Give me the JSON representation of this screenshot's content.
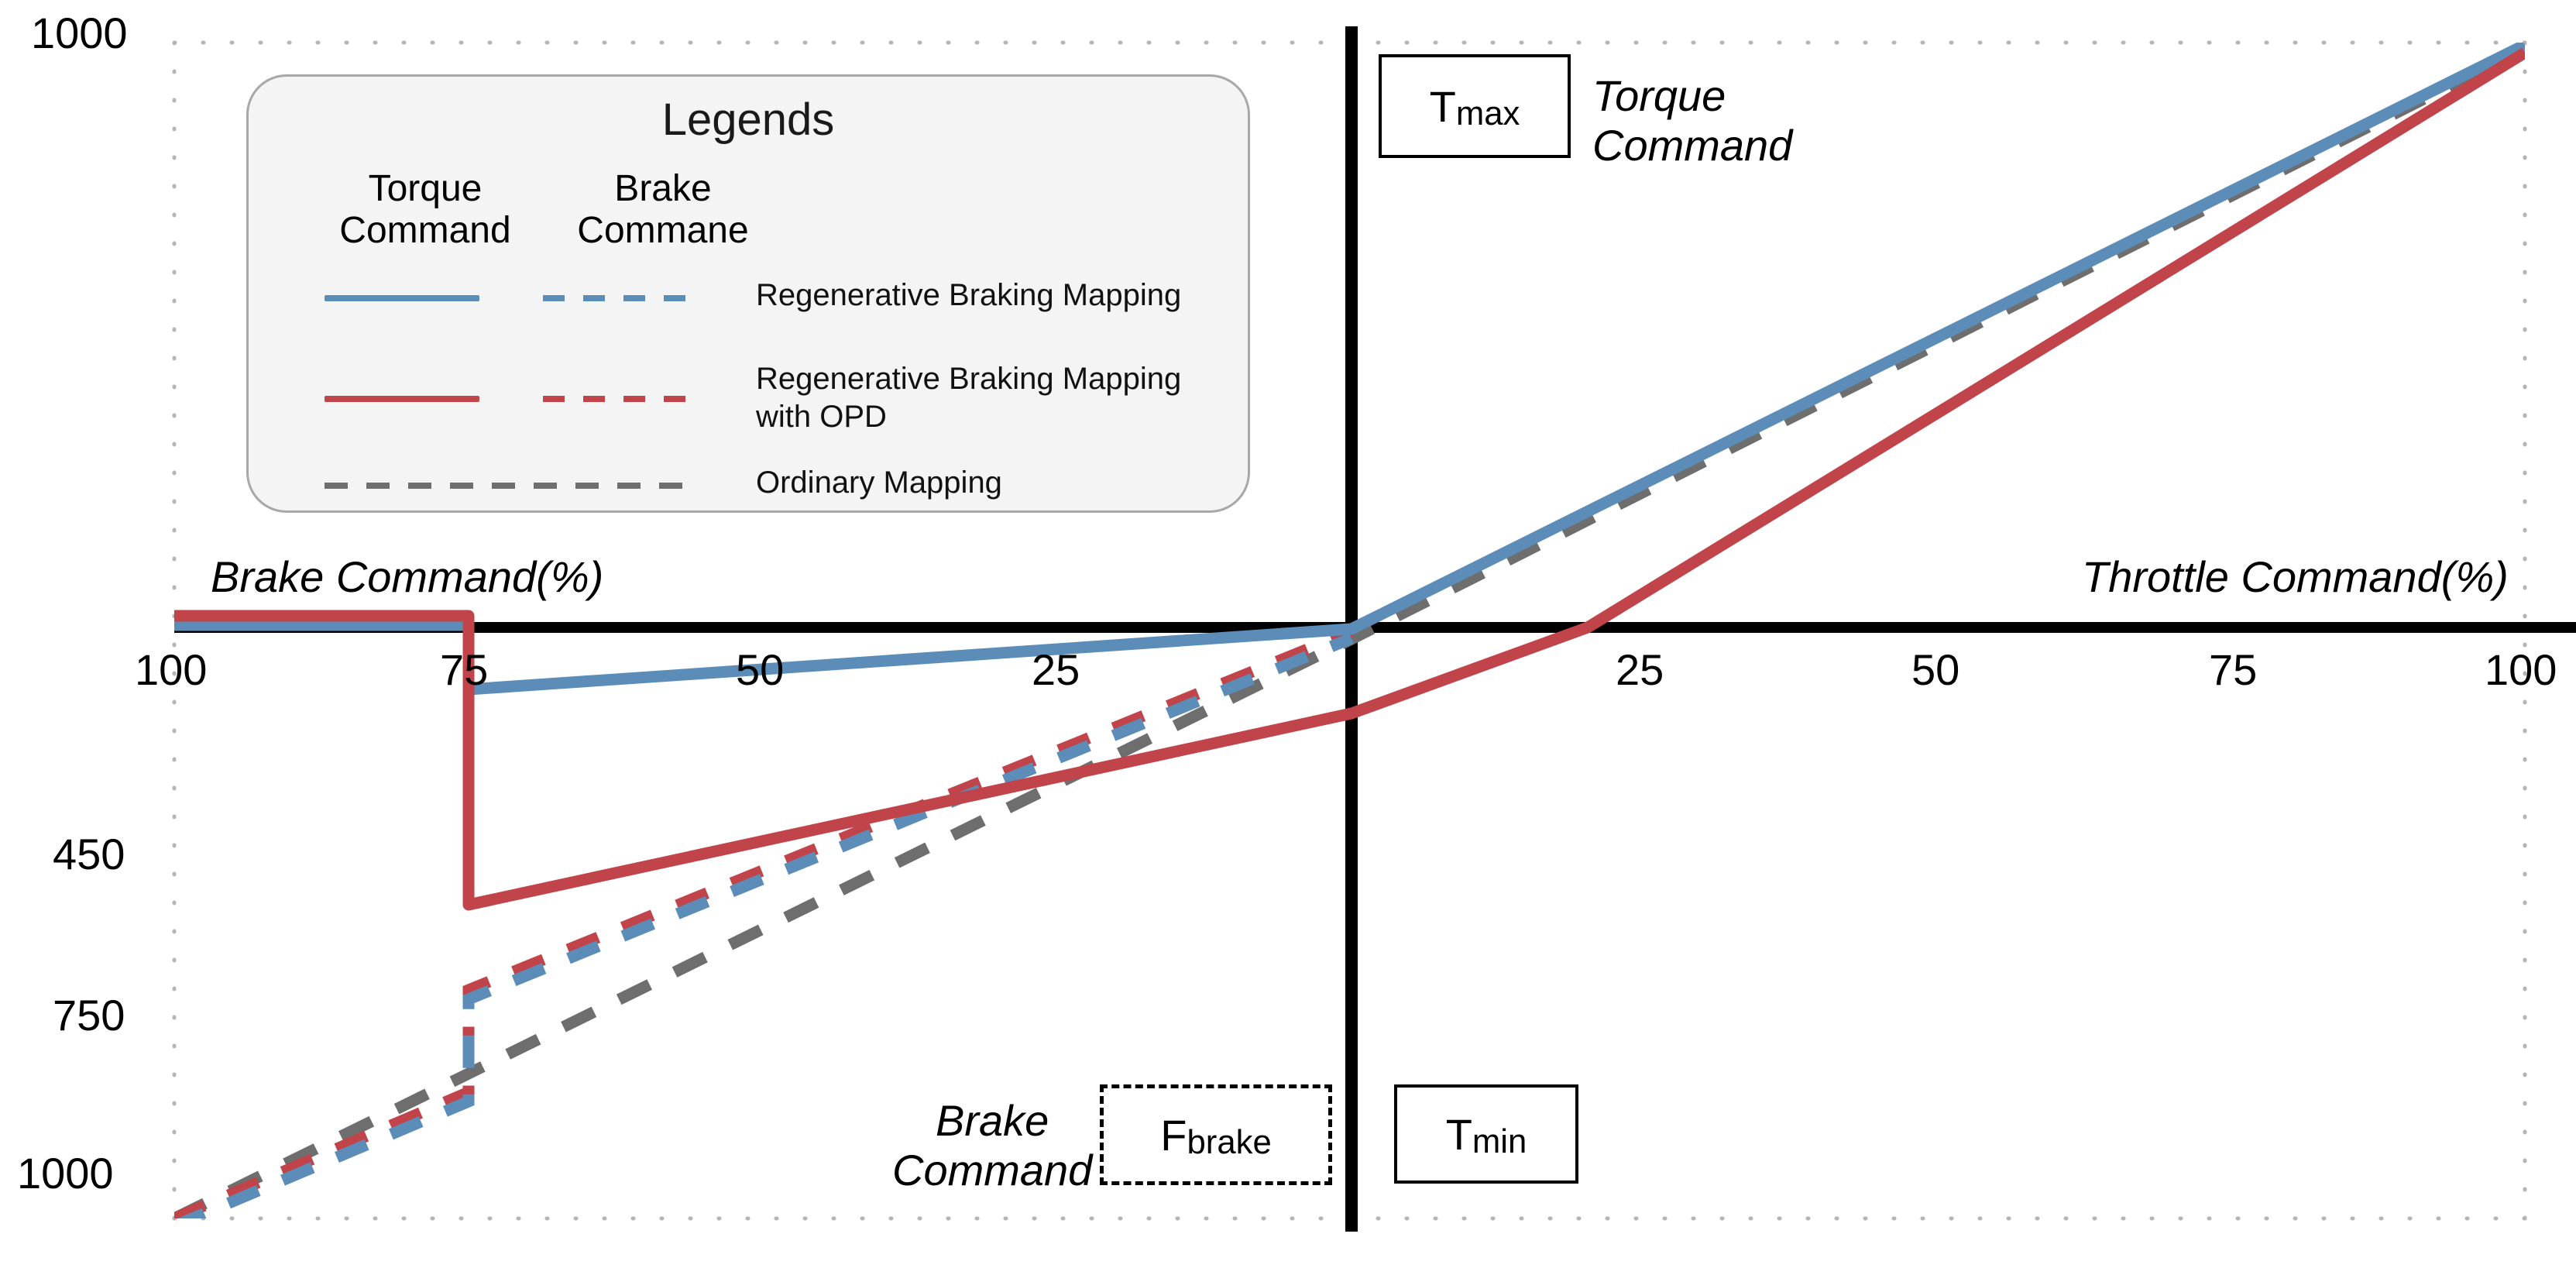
{
  "chart_data": {
    "type": "line",
    "title": "",
    "xlabel_left": "Brake Command(%)",
    "xlabel_right": "Throttle Command(%)",
    "x_ticks_left": [
      "100",
      "75",
      "50",
      "25"
    ],
    "x_ticks_right": [
      "25",
      "50",
      "75",
      "100"
    ],
    "y_ticks_top": [
      "1000"
    ],
    "y_ticks_bottom": [
      "450",
      "750",
      "1000"
    ],
    "xlim": [
      -100,
      100
    ],
    "ylim": [
      -1000,
      1000
    ],
    "grid": "dotted",
    "legend_position": "top-left-inset",
    "annotations": [
      {
        "text": "T_max",
        "style": "solid-box",
        "quadrant": "top-right"
      },
      {
        "text": "T_min",
        "style": "solid-box",
        "quadrant": "bottom-right"
      },
      {
        "text": "F_brake",
        "style": "dashed-box",
        "quadrant": "bottom-left"
      },
      {
        "text": "Torque Command",
        "style": "italic",
        "quadrant": "top-right"
      },
      {
        "text": "Brake Command",
        "style": "italic",
        "quadrant": "bottom-left"
      }
    ],
    "series": [
      {
        "name": "Regenerative Braking Mapping",
        "kind": "Torque Command",
        "color": "#5b8db8",
        "dash": "solid",
        "points": [
          [
            -100,
            0
          ],
          [
            -75,
            0
          ],
          [
            -75,
            -105
          ],
          [
            0,
            0
          ],
          [
            100,
            1000
          ]
        ]
      },
      {
        "name": "Regenerative Braking Mapping with OPD",
        "kind": "Torque Command",
        "color": "#c0444a",
        "dash": "solid",
        "points": [
          [
            -100,
            0
          ],
          [
            -75,
            0
          ],
          [
            -75,
            -468
          ],
          [
            0,
            -140
          ],
          [
            20,
            0
          ],
          [
            100,
            1000
          ]
        ]
      },
      {
        "name": "Regenerative Braking Mapping",
        "kind": "Brake Command",
        "color": "#5b8db8",
        "dash": "dashed",
        "points": [
          [
            -100,
            -1000
          ],
          [
            -75,
            -790
          ],
          [
            -75,
            -620
          ],
          [
            0,
            -8
          ]
        ]
      },
      {
        "name": "Regenerative Braking Mapping with OPD",
        "kind": "Brake Command",
        "color": "#c0444a",
        "dash": "dashed",
        "points": [
          [
            -100,
            -1000
          ],
          [
            -75,
            -790
          ],
          [
            -75,
            -618
          ],
          [
            0,
            -6
          ]
        ]
      },
      {
        "name": "Ordinary Mapping",
        "kind": "Both",
        "color": "#6e6e6e",
        "dash": "dashed",
        "points": [
          [
            -100,
            -1000
          ],
          [
            0,
            -20
          ],
          [
            100,
            1000
          ]
        ]
      },
      {
        "name": "drop-line at 75% brake",
        "kind": "connector",
        "color": "#c0444a",
        "dash": "dotted",
        "points": [
          [
            -75,
            0
          ],
          [
            -75,
            -468
          ]
        ]
      }
    ]
  },
  "axes": {
    "left_ticks": [
      {
        "label": "100",
        "x_pct": -100
      },
      {
        "label": "75",
        "x_pct": -75
      },
      {
        "label": "50",
        "x_pct": -50
      },
      {
        "label": "25",
        "x_pct": -25
      }
    ],
    "right_ticks": [
      {
        "label": "25",
        "x_pct": 25
      },
      {
        "label": "50",
        "x_pct": 50
      },
      {
        "label": "75",
        "x_pct": 75
      },
      {
        "label": "100",
        "x_pct": 100
      }
    ],
    "y_top_label": "1000",
    "y_labels_bottom": [
      "450",
      "750",
      "1000"
    ],
    "left_axis_title": "Brake Command(%)",
    "right_axis_title": "Throttle Command(%)"
  },
  "annotations": {
    "t_max": "T",
    "t_max_sub": "max",
    "t_min": "T",
    "t_min_sub": "min",
    "f_brake": "F",
    "f_brake_sub": "brake",
    "torque_command_line1": "Torque",
    "torque_command_line2": "Command",
    "brake_command_line1": "Brake",
    "brake_command_line2": "Command"
  },
  "legend": {
    "title": "Legends",
    "col1_line1": "Torque",
    "col1_line2": "Command",
    "col2_line1": "Brake",
    "col2_line2": "Commane",
    "rows": [
      {
        "label_line1": "Regenerative Braking Mapping",
        "label_line2": "",
        "color": "#5b8db8",
        "solid": true,
        "dashed": true
      },
      {
        "label_line1": "Regenerative Braking Mapping",
        "label_line2": "with OPD",
        "color": "#c0444a",
        "solid": true,
        "dashed": true
      },
      {
        "label_line1": "Ordinary Mapping",
        "label_line2": "",
        "color": "#6e6e6e",
        "solid": false,
        "dashed": true
      }
    ]
  },
  "colors": {
    "blue": "#5b8db8",
    "red": "#c0444a",
    "grey": "#6e6e6e",
    "axis": "#000000",
    "grid": "#b5b5b5",
    "legend_bg": "#f4f4f4",
    "legend_border": "#a8a8a8"
  }
}
